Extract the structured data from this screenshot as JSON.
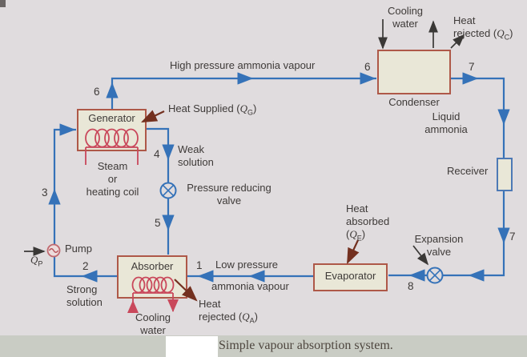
{
  "title": "Simple vapour absorption system",
  "colors": {
    "background": "#e0dcde",
    "bottom_strip": "#c9ccc4",
    "pipe_blue": "#3572b8",
    "box_fill": "#e9e7d7",
    "box_border": "#ae5848",
    "receiver_border": "#4d79b5",
    "coil_red": "#c9485b",
    "heat_arrow": "#73301f",
    "black_arrow": "#3a3836",
    "text": "#3e3a38"
  },
  "labels": {
    "generator": "Generator",
    "condenser": "Condenser",
    "absorber": "Absorber",
    "evaporator": "Evaporator",
    "receiver": "Receiver",
    "pump": "Pump",
    "high_pressure": "High pressure ammonia vapour",
    "cooling_water_top": "Cooling\nwater",
    "cooling_water_bottom": "Cooling\nwater",
    "liquid_ammonia": "Liquid\nammonia",
    "steam_coil": "Steam\nor\nheating coil",
    "weak_solution": "Weak\nsolution",
    "strong_solution": "Strong\nsolution",
    "pressure_reducing_valve": "Pressure reducing\nvalve",
    "expansion_valve": "Expansion\nvalve",
    "low_pressure_line1": "Low pressure",
    "low_pressure_line2": "ammonia vapour",
    "heat_supplied": {
      "pre": "Heat Supplied (",
      "q": "Q",
      "sub": "G",
      "suf": ")"
    },
    "heat_rejected_condenser": {
      "line1": "Heat",
      "pre": "rejected (",
      "q": "Q",
      "sub": "C",
      "suf": ")"
    },
    "heat_rejected_absorber": {
      "line1": "Heat",
      "pre": "rejected (",
      "q": "Q",
      "sub": "A",
      "suf": ")"
    },
    "heat_absorbed": {
      "line1": "Heat",
      "line2": "absorbed",
      "pre": "(",
      "q": "Q",
      "sub": "E",
      "suf": ")"
    },
    "pump_work": {
      "q": "Q",
      "sub": "P"
    },
    "caption": "Simple vapour absorption system."
  },
  "points": {
    "1": "1",
    "2": "2",
    "3": "3",
    "4": "4",
    "5": "5",
    "6a": "6",
    "6b": "6",
    "7a": "7",
    "7b": "7",
    "8": "8"
  }
}
